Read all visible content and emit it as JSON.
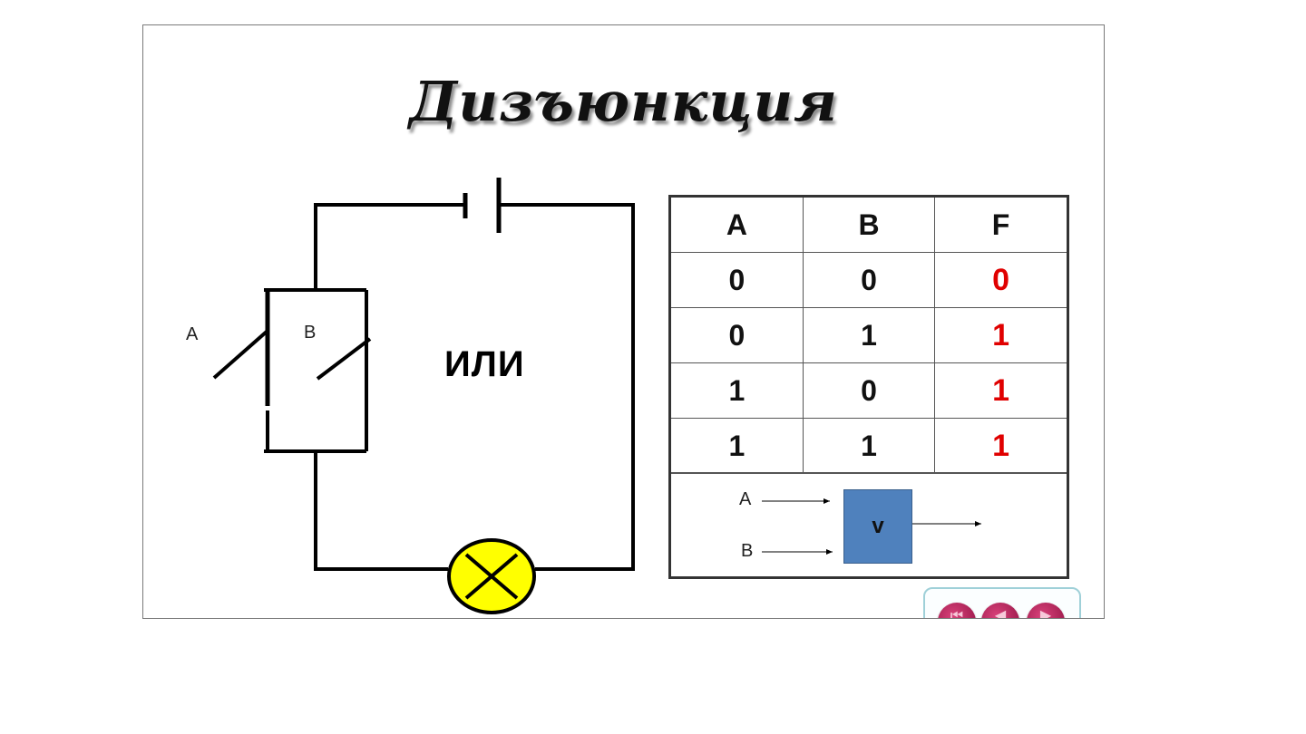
{
  "title": "Дизъюнкция",
  "circuit": {
    "switch_a_label": "A",
    "switch_b_label": "B",
    "operation_label": "ИЛИ",
    "lamp_color": "#ffff00"
  },
  "truth_table": {
    "headers": [
      "A",
      "B",
      "F"
    ],
    "rows": [
      [
        "0",
        "0",
        "0"
      ],
      [
        "0",
        "1",
        "1"
      ],
      [
        "1",
        "0",
        "1"
      ],
      [
        "1",
        "1",
        "1"
      ]
    ],
    "result_color": "#e00000"
  },
  "gate": {
    "input_a": "A",
    "input_b": "B",
    "symbol": "v",
    "fill_color": "#4f81bd"
  },
  "navigation": {
    "buttons": [
      "first-slide-icon",
      "previous-slide-icon",
      "next-slide-icon"
    ]
  }
}
